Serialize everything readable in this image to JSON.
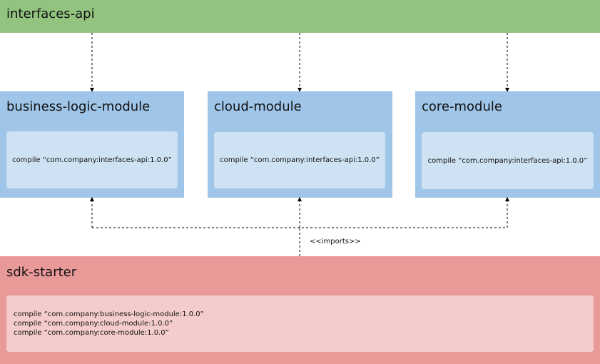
{
  "colors": {
    "interfaces_bg": "#92c47f",
    "module_bg": "#9fc5e8",
    "module_inner_bg": "#cfe2f3",
    "sdk_bg": "#ea9999",
    "sdk_inner_bg": "#f4cccc",
    "connector": "#000000"
  },
  "interfaces_api": {
    "title": "interfaces-api"
  },
  "modules": [
    {
      "title": "business-logic-module",
      "dependency": "compile “com.company:interfaces-api:1.0.0”"
    },
    {
      "title": "cloud-module",
      "dependency": "compile “com.company:interfaces-api:1.0.0”"
    },
    {
      "title": "core-module",
      "dependency": "compile “com.company:interfaces-api:1.0.0”"
    }
  ],
  "sdk_starter": {
    "title": "sdk-starter",
    "dependencies": [
      "compile “com.company:business-logic-module:1.0.0”",
      "compile “com.company:cloud-module:1.0.0”",
      "compile “com.company:core-module:1.0.0”"
    ]
  },
  "connector_label": "<<imports>>"
}
